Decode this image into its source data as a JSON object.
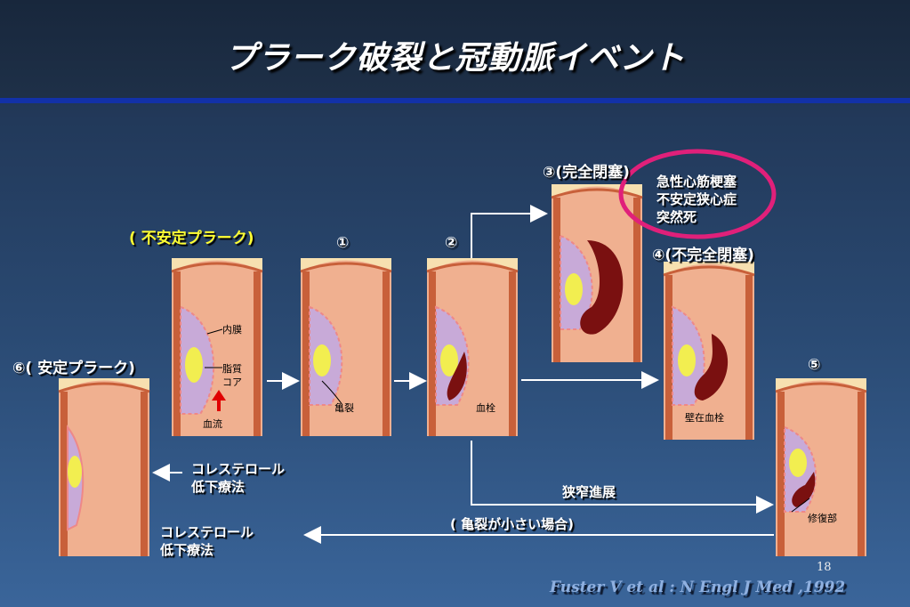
{
  "title": "プラーク破裂と冠動脈イベント",
  "labels": {
    "unstable": "( 不安定プラーク)",
    "stage1": "①",
    "stage2": "②",
    "stage3": "③(完全閉塞)",
    "stage4": "④(不完全閉塞)",
    "stage5": "⑤",
    "stage6": "⑥( 安定プラーク)"
  },
  "outcomes": [
    "急性心筋梗塞",
    "不安定狭心症",
    "突然死"
  ],
  "annotations": {
    "intima": "内膜",
    "lipid_core_1": "脂質",
    "lipid_core_2": "コア",
    "blood_flow": "血流",
    "fissure": "亀裂",
    "thrombus": "血栓",
    "mural_thrombus": "壁在血栓",
    "repair": "修復部"
  },
  "therapy_1": [
    "コレステロール",
    "低下療法"
  ],
  "therapy_2": [
    "コレステロール",
    "低下療法"
  ],
  "stenosis": "狭窄進展",
  "small_fissure": "( 亀裂が小さい場合)",
  "slide_number": "18",
  "citation": "Fuster V et al : N Engl J Med ,1992"
}
